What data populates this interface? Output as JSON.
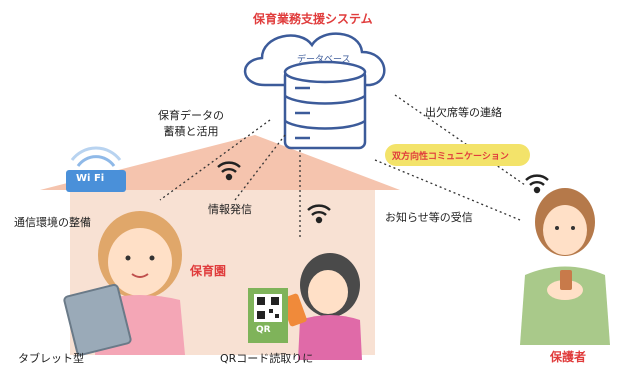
{
  "title": "保育業務支援システム",
  "cloud_label": "データベース",
  "labels": {
    "storage": "保育データの\n蓄積と活用",
    "info": "情報発信",
    "network": "通信環境の整備",
    "daycare": "保育園",
    "absence": "出欠席等の連絡",
    "two_way": "双方向性コミュニケーション",
    "notice": "お知らせ等の受信",
    "guardian": "保護者",
    "tablet": "タブレット型",
    "qr": "QRコード読取りに"
  },
  "wifi_badge": "Wi Fi",
  "qr_text": "QR",
  "colors": {
    "accent": "#e03c3c",
    "house_wall": "#f6dccb",
    "house_roof": "#f2b9a0",
    "bubble": "#f3e36a",
    "wifi": "#4a90d9",
    "guardian_shirt": "#a9c98a"
  }
}
